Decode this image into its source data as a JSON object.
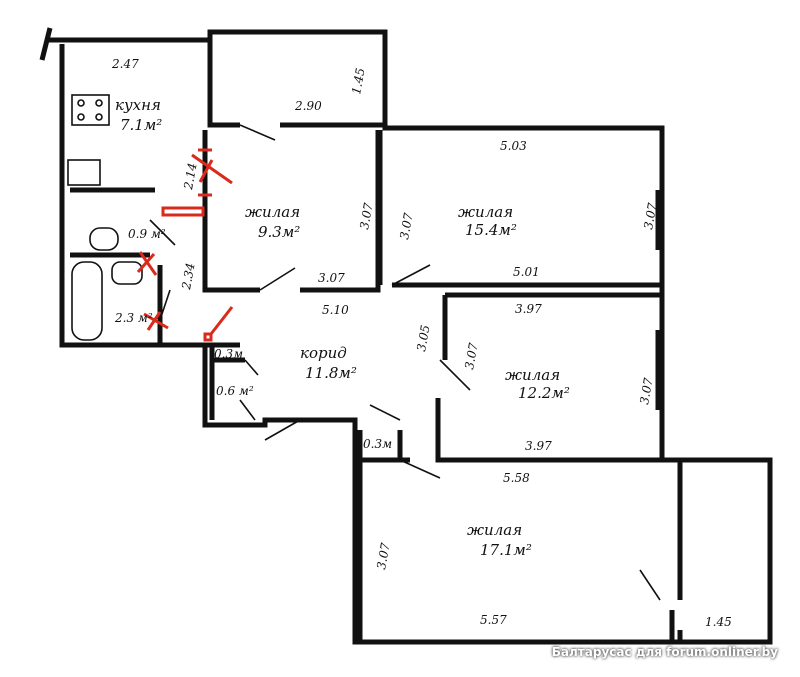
{
  "rooms": {
    "kitchen": {
      "name": "кухня",
      "area": "7.1м²"
    },
    "bedroom_small": {
      "name": "жилая",
      "area": "9.3м²"
    },
    "living_large": {
      "name": "жилая",
      "area": "15.4м²"
    },
    "bedroom_mid": {
      "name": "жилая",
      "area": "12.2м²"
    },
    "bedroom_big": {
      "name": "жилая",
      "area": "17.1м²"
    },
    "corridor": {
      "name": "корид",
      "area": "11.8м²"
    },
    "wc": {
      "area": "0.9 м²"
    },
    "bath": {
      "area": "2.3 м²"
    },
    "closet1": {
      "area": "0.3м"
    },
    "closet2": {
      "area": "0.6 м²"
    },
    "closet3": {
      "area": "0.3м"
    }
  },
  "dims": {
    "kitchen_width": "2.47",
    "balcony_top": "1.45",
    "balcony_top_len": "2.90",
    "kitchen_wall": "2.14",
    "bed93_right": "3.07",
    "bed93_bottom": "3.07",
    "living_left": "3.07",
    "living_top": "5.03",
    "living_right": "3.07",
    "living_bottom": "5.01",
    "bath_wall": "2.34",
    "corridor_len": "5.10",
    "corridor_side": "3.05",
    "bed122_top": "3.97",
    "bed122_left": "3.07",
    "bed122_right": "3.07",
    "bed122_bottom": "3.97",
    "bed171_top": "5.58",
    "bed171_left": "3.07",
    "bed171_bottom": "5.57",
    "balcony_bottom": "1.45"
  },
  "watermark": "Балтарусас для forum.onliner.by",
  "colors": {
    "wall": "#111111",
    "annotation": "#d92a1c"
  }
}
